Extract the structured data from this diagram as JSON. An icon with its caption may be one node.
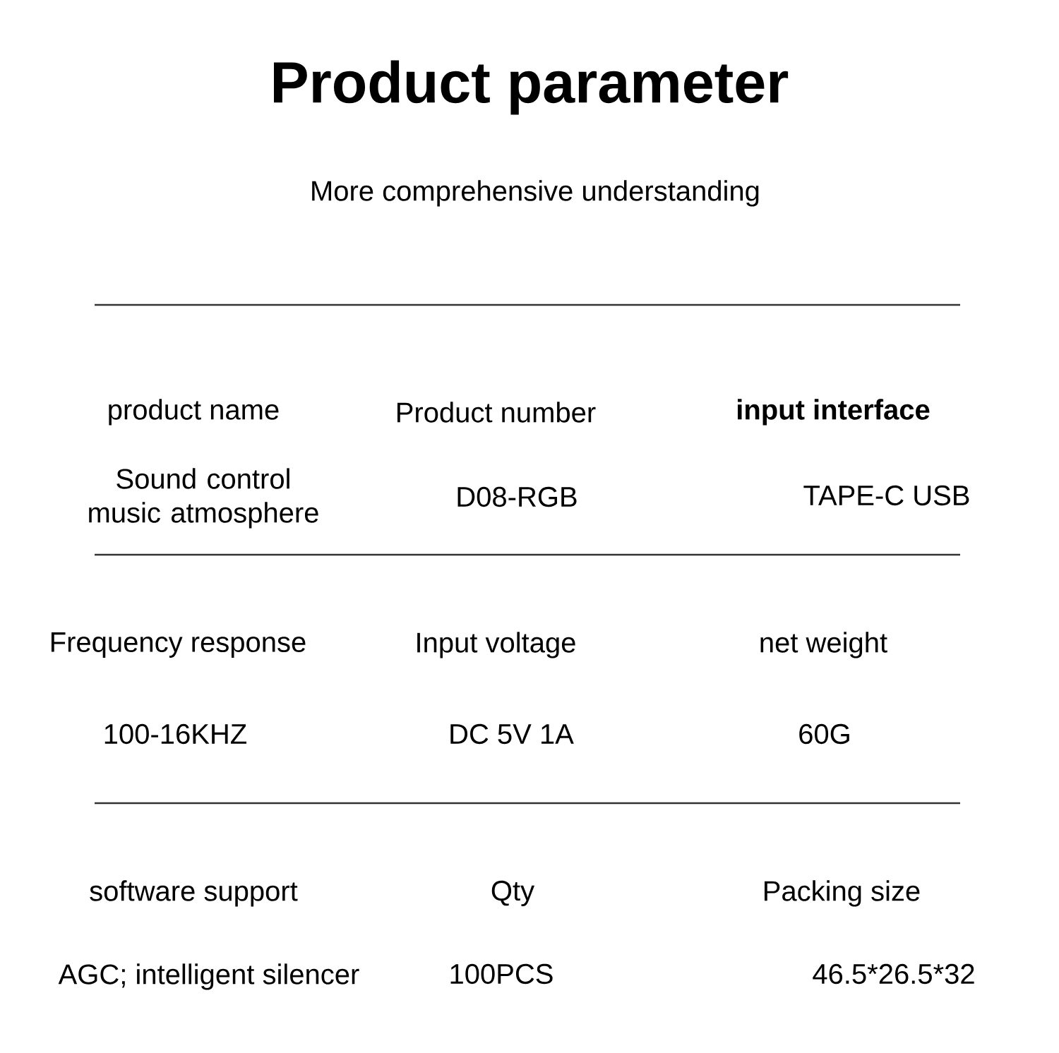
{
  "diagram": {
    "title": "Product parameter",
    "labels": [
      "More comprehensive understanding",
      "product name",
      "Product number",
      "input interface",
      "Sound control music atmosphere",
      "D08-RGB",
      "TAPE-C USB",
      "Frequency response",
      "Input voltage",
      "net weight",
      "100-16KHZ",
      "DC 5V 1A",
      "60G",
      "software support",
      "Qty",
      "Packing size",
      "AGC; intelligent silencer",
      "100PCS",
      "46.5*26.5*32"
    ]
  }
}
